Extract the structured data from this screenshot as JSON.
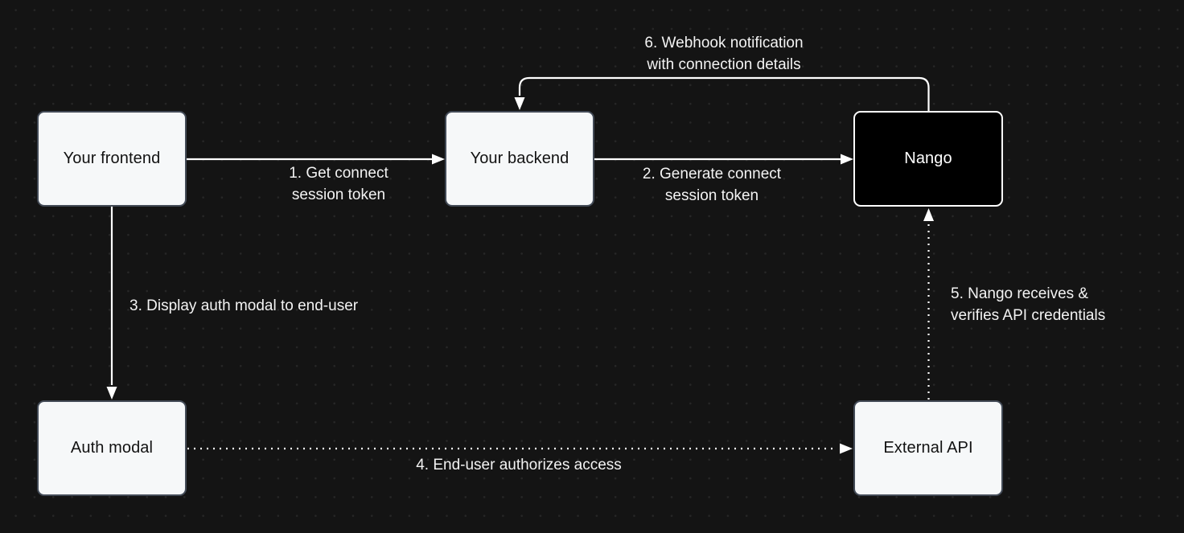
{
  "canvas": {
    "background_color": "#141414",
    "dot_grid_color": "#272727",
    "edge_color": "#ffffff",
    "label_text_color": "#f3f3f3"
  },
  "nodes": {
    "frontend": {
      "label": "Your frontend",
      "fill": "#f6f8f9",
      "border": "#434b57",
      "text_color": "#121212"
    },
    "backend": {
      "label": "Your backend",
      "fill": "#f6f8f9",
      "border": "#434b57",
      "text_color": "#121212"
    },
    "nango": {
      "label": "Nango",
      "fill": "#000000",
      "border": "#ffffff",
      "text_color": "#ffffff"
    },
    "auth_modal": {
      "label": "Auth modal",
      "fill": "#f6f8f9",
      "border": "#434b57",
      "text_color": "#121212"
    },
    "external_api": {
      "label": "External API",
      "fill": "#f6f8f9",
      "border": "#434b57",
      "text_color": "#121212"
    }
  },
  "edges": {
    "step1": {
      "from": "Your frontend",
      "to": "Your backend",
      "style": "solid",
      "lines": [
        "1. Get connect",
        "session token"
      ]
    },
    "step2": {
      "from": "Your backend",
      "to": "Nango",
      "style": "solid",
      "lines": [
        "2. Generate connect",
        "session token"
      ]
    },
    "step3": {
      "from": "Your frontend",
      "to": "Auth modal",
      "style": "solid",
      "lines": [
        "3. Display auth modal to end-user"
      ]
    },
    "step4": {
      "from": "Auth modal",
      "to": "External API",
      "style": "dotted",
      "lines": [
        "4. End-user authorizes access"
      ]
    },
    "step5": {
      "from": "External API",
      "to": "Nango",
      "style": "dotted",
      "lines": [
        "5. Nango receives &",
        "verifies API credentials"
      ]
    },
    "step6": {
      "from": "Nango",
      "to": "Your backend",
      "style": "solid",
      "lines": [
        "6. Webhook notification",
        "with connection details"
      ]
    }
  }
}
